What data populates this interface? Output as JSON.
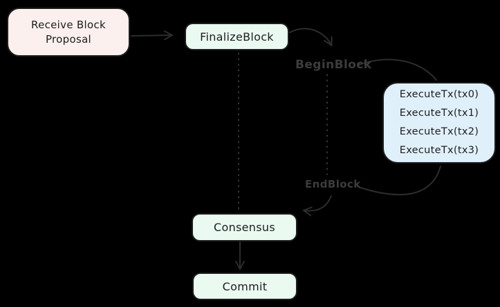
{
  "diagram": {
    "nodes": {
      "receive_proposal": {
        "line1": "Receive Block",
        "line2": "Proposal"
      },
      "finalize_block": {
        "label": "FinalizeBlock"
      },
      "execute_tx": {
        "lines": [
          "ExecuteTx(tx0)",
          "ExecuteTx(tx1)",
          "ExecuteTx(tx2)",
          "ExecuteTx(tx3)"
        ]
      },
      "consensus": {
        "label": "Consensus"
      },
      "commit": {
        "label": "Commit"
      }
    },
    "labels": {
      "begin_block": "BeginBlock",
      "end_block": "EndBlock"
    },
    "colors": {
      "background": "#000000",
      "node_border": "#1e1e1e",
      "node_text": "#1d1d1d",
      "arrow": "#2d2d2d",
      "dotted_line": "#424242",
      "phase_label": "#3c3c3c",
      "fill_pink": "#fbf0ee",
      "fill_green": "#eafaf1",
      "fill_blue": "#e0f0fb"
    }
  }
}
